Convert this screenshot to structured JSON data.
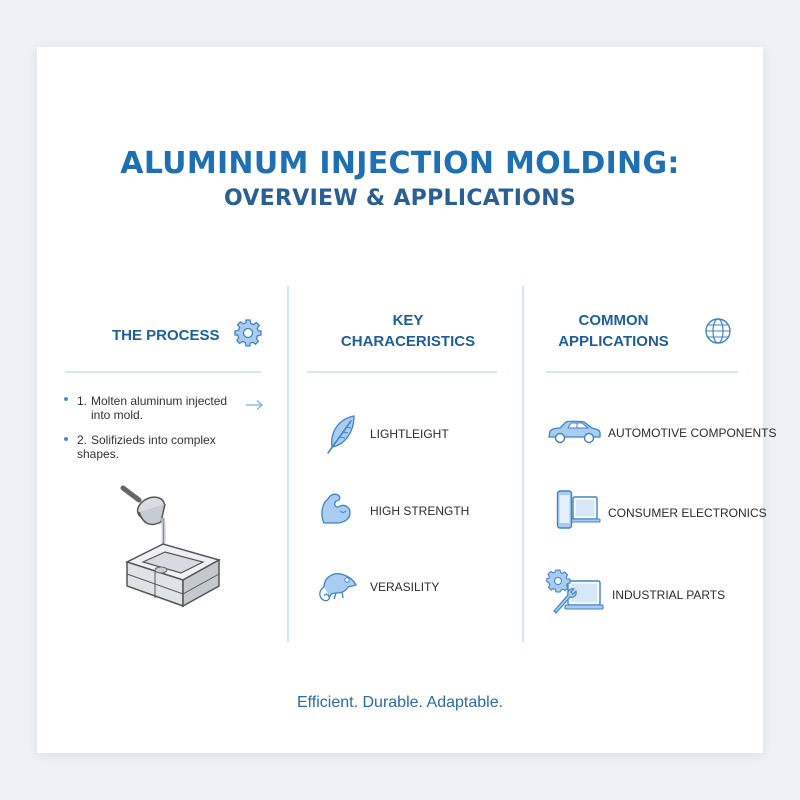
{
  "header": {
    "title": "ALUMINUM INJECTION MOLDING:",
    "subtitle": "OVERVIEW & APPLICATIONS"
  },
  "columns": {
    "process": {
      "heading": "THE PROCESS",
      "icon": "gear-icon",
      "steps": [
        {
          "number": "1.",
          "line1": "Molten aluminum injected",
          "line2": "into mold."
        },
        {
          "number": "2.",
          "line1": "Solifizieds into complex",
          "line2": "shapes."
        }
      ],
      "arrow_icon": "arrow-right-icon",
      "illustration": "ladle-pouring-into-mold-illustration"
    },
    "characteristics": {
      "heading_line1": "KEY",
      "heading_line2": "CHARACERISTICS",
      "items": [
        {
          "label": "LIGHTLEIGHT",
          "icon": "feather-icon"
        },
        {
          "label": "HIGH STRENGTH",
          "icon": "flexed-arm-icon"
        },
        {
          "label": "VERASILITY",
          "icon": "chameleon-icon"
        }
      ]
    },
    "applications": {
      "heading_line1": "COMMON",
      "heading_line2": "APPLICATIONS",
      "icon": "globe-icon",
      "items": [
        {
          "label": "AUTOMOTIVE COMPONENTS",
          "icon": "car-icon"
        },
        {
          "label": "CONSUMER ELECTRONICS",
          "icon": "phone-laptop-icon"
        },
        {
          "label": "INDUSTRIAL PARTS",
          "icon": "gear-wrench-laptop-icon"
        }
      ]
    }
  },
  "footer": {
    "tagline": "Efficient. Durable. Adaptable."
  },
  "colors": {
    "accent": "#1f6fb3",
    "icon_fill": "#a9cdf0",
    "icon_stroke": "#3f83c4",
    "divider": "#d3e6f4"
  }
}
